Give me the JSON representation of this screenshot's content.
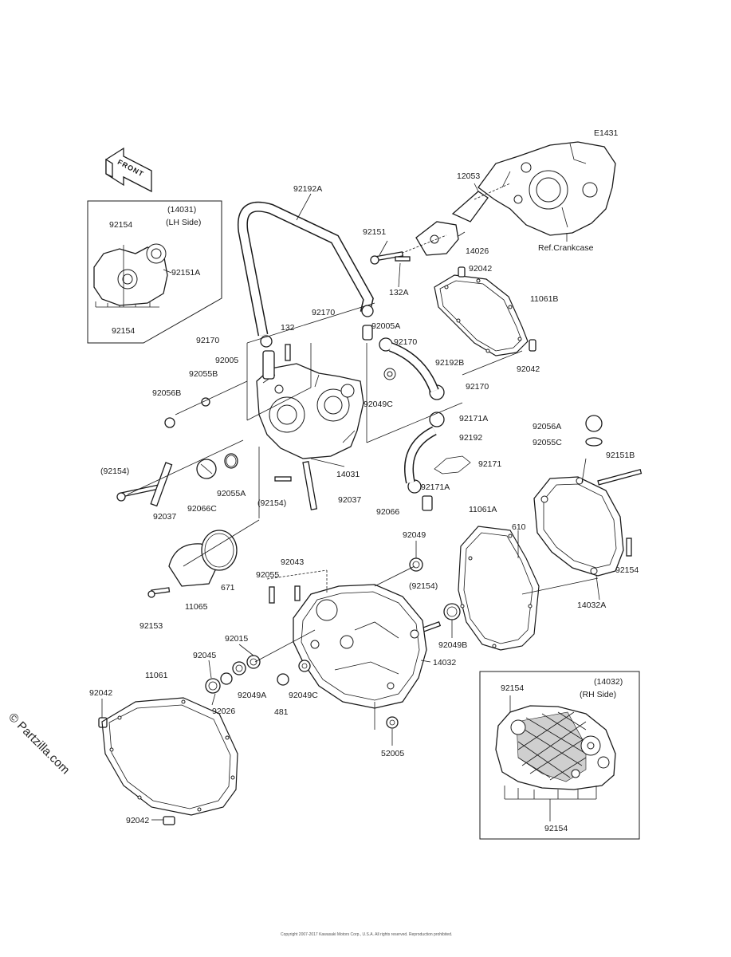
{
  "diagram_code": "E1431",
  "front_marker": "FRONT",
  "watermark": "© Partzilla.com",
  "copyright": "Copyright 2007-2017 Kawasaki Motors Corp., U.S.A. All rights reserved. Reproduction prohibited.",
  "insets": {
    "lh": {
      "ref": "(14031)",
      "side": "(LH Side)"
    },
    "rh": {
      "ref": "(14032)",
      "side": "(RH Side)"
    }
  },
  "ref_labels": {
    "crankcase": "Ref.Crankcase"
  },
  "labels": [
    "92154",
    "92151A",
    "92154",
    "92192A",
    "92151",
    "12053",
    "14026",
    "132A",
    "92042",
    "11061B",
    "92170",
    "92005A",
    "92170",
    "132",
    "92170",
    "92005",
    "92192B",
    "92042",
    "92055B",
    "92056B",
    "92049C",
    "92170",
    "92171A",
    "14031",
    "92192",
    "92056A",
    "92055C",
    "92171",
    "92151B",
    "(92154)",
    "92055A",
    "(92154)",
    "92037",
    "92037",
    "92066C",
    "92066",
    "92171A",
    "11061A",
    "610",
    "92154",
    "671",
    "11065",
    "92049",
    "92043",
    "92055",
    "92153",
    "(92154)",
    "14032A",
    "92045",
    "92015",
    "92049B",
    "14032",
    "11061",
    "92049A",
    "92049C",
    "92026",
    "481",
    "92042",
    "52005",
    "92154",
    "92154",
    "92042"
  ]
}
